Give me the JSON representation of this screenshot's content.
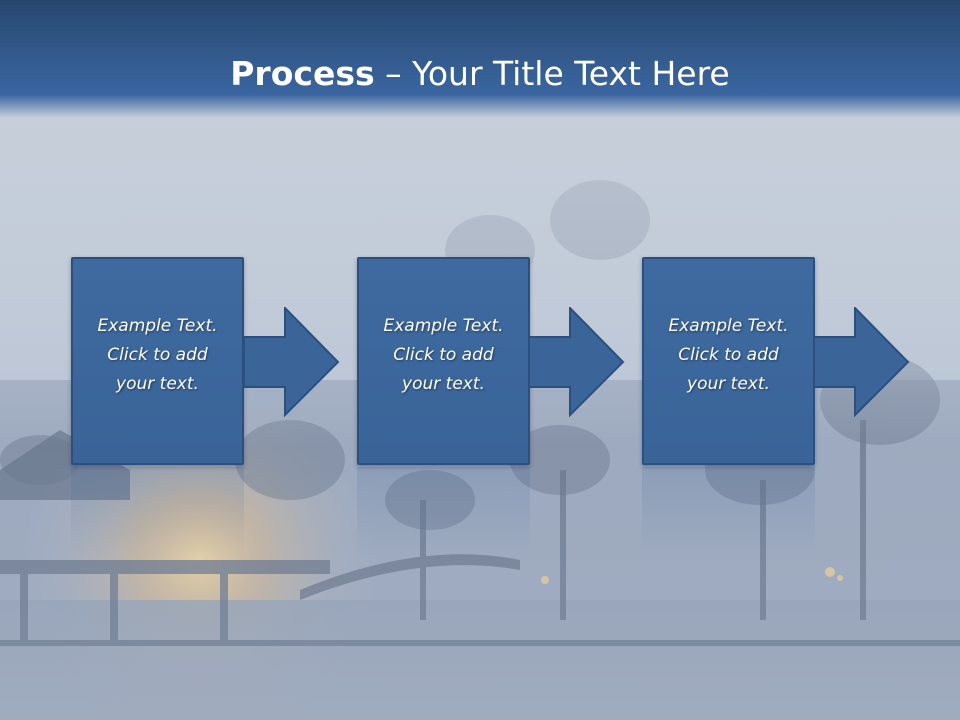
{
  "slide": {
    "title_bold": "Process",
    "title_rest": " – Your Title Text Here",
    "steps": [
      {
        "line1": "Example Text.",
        "line2": "Click  to add",
        "line3": "your text."
      },
      {
        "line1": "Example Text.",
        "line2": "Click  to add",
        "line3": "your text."
      },
      {
        "line1": "Example Text.",
        "line2": "Click  to add",
        "line3": "your text."
      }
    ]
  },
  "colors": {
    "title_bar": "#33598a",
    "box_fill": "#3a6498",
    "box_border": "#2b4f7f",
    "text": "#ffffff"
  }
}
